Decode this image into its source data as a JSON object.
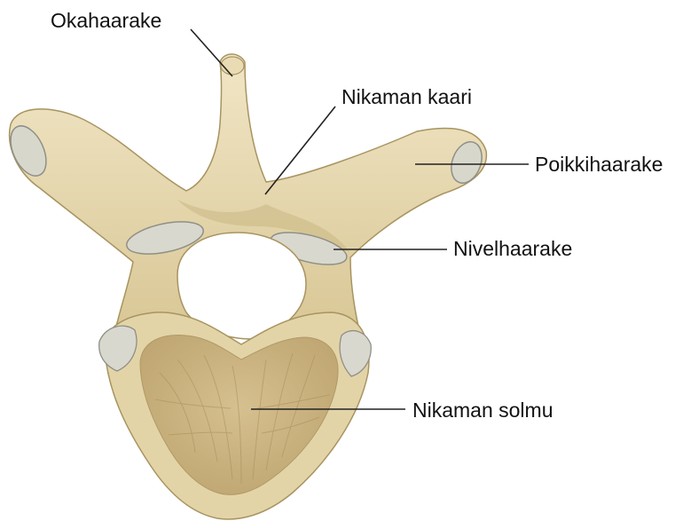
{
  "labels": {
    "spinous_process": "Okahaarake",
    "vertebral_arch": "Nikaman kaari",
    "transverse_process": "Poikkihaarake",
    "articular_process": "Nivelhaarake",
    "vertebral_body": "Nikaman solmu"
  },
  "colors": {
    "bone_light": "#ece0bd",
    "bone_mid": "#d8c79a",
    "bone_shadow": "#b9a571",
    "body_fill": "#cdb684",
    "body_texture": "#a88f5c",
    "cartilage": "#dad9cf",
    "cartilage_edge": "#8f8f86",
    "foramen": "#ffffff",
    "leader_line": "#222222"
  }
}
